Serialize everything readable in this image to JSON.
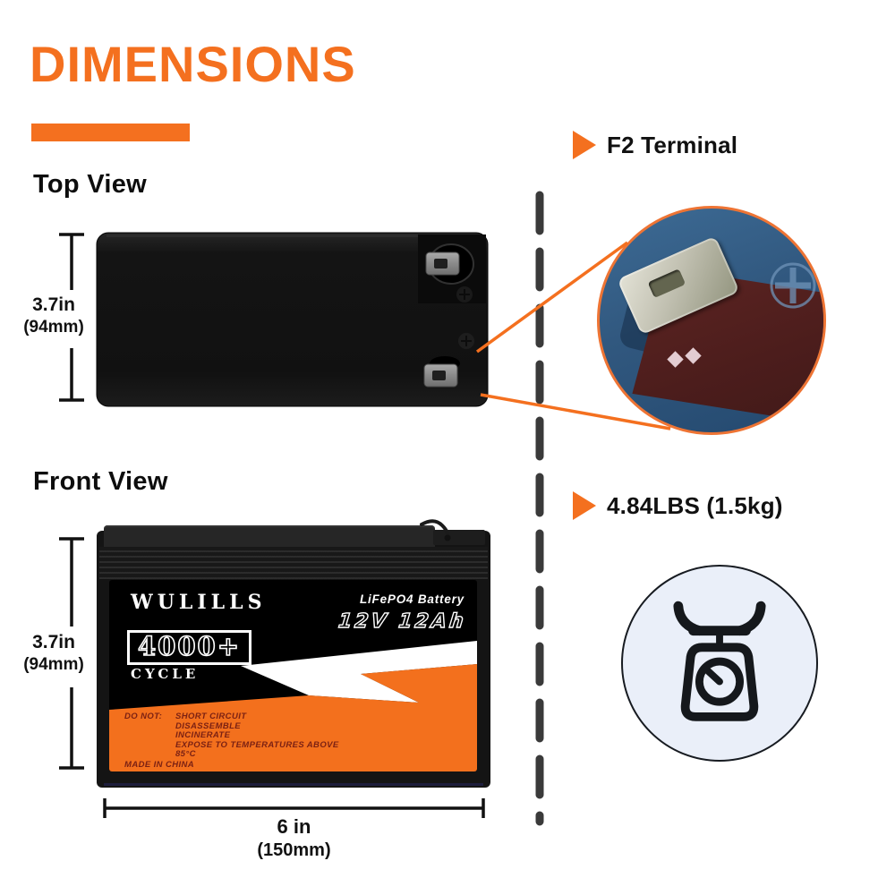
{
  "colors": {
    "accent_orange": "#F4701F",
    "label_orange": "#F3701D",
    "warning_text": "#7B2113",
    "inset_border": "#EE7434",
    "dash_line": "#3A3A3A",
    "weight_circle_bg": "#EAEFF9"
  },
  "header": {
    "title": "DIMENSIONS"
  },
  "sections": {
    "top_view": "Top View",
    "front_view": "Front View"
  },
  "dimensions": {
    "top_height_in": "3.7in",
    "top_height_mm": "(94mm)",
    "front_height_in": "3.7in",
    "front_height_mm": "(94mm)",
    "front_width_in": "6 in",
    "front_width_mm": "(150mm)"
  },
  "callouts": {
    "terminal": "F2 Terminal",
    "weight": "4.84LBS (1.5kg)"
  },
  "battery_label": {
    "brand": "WULILLS",
    "chemistry": "LiFePO4 Battery",
    "rating": "12V 12Ah",
    "cycle_count": "4000+",
    "cycle_word": "CYCLE",
    "warning_label": "DO NOT:",
    "warning_items": [
      "SHORT CIRCUIT",
      "DISASSEMBLE",
      "INCINERATE",
      "EXPOSE TO TEMPERATURES ABOVE",
      "85°C"
    ],
    "origin": "MADE IN CHINA"
  },
  "icons": {
    "callout_arrow": "orange-right-triangle",
    "weight_icon": "kitchen-scale",
    "terminal_inset": "f2-terminal-closeup-photo"
  }
}
